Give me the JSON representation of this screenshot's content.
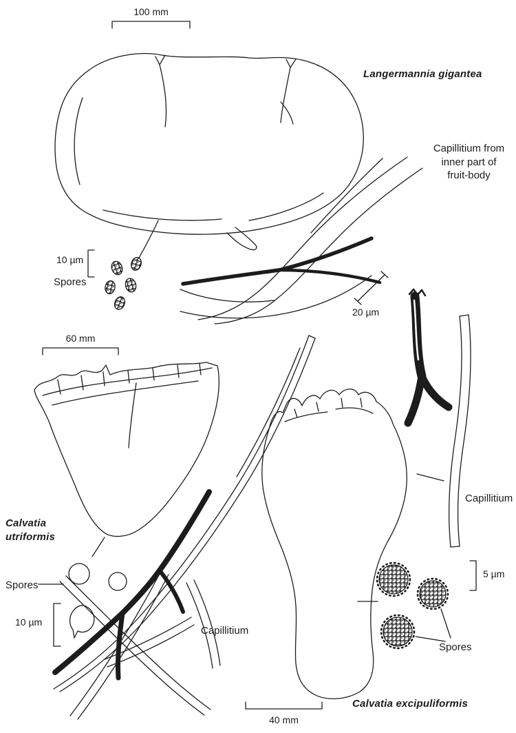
{
  "meta": {
    "figure_type": "mycological line illustration (puffball fungi)",
    "paper_color": "#ffffff",
    "ink_color": "#1c1c1c"
  },
  "species": {
    "langermannia": "Langermannia gigantea",
    "utriformis": "Calvatia\nutriformis",
    "excipuliformis": "Calvatia excipuliformis"
  },
  "annotations": {
    "capillitium_note": "Capillitium from\ninner part of\nfruit-body",
    "spores_langermannia": "Spores",
    "spores_utriformis": "Spores",
    "spores_excipuliformis": "Spores",
    "capillitium_center": "Capillitium",
    "capillitium_right": "Capillitium"
  },
  "scale_bars": {
    "langermannia_body": "100 mm",
    "langermannia_spores": "10 µm",
    "langermannia_capillitium": "20 µm",
    "utriformis_body": "60 mm",
    "utriformis_spores": "10 µm",
    "excipuliformis_spores": "5 µm",
    "excipuliformis_body": "40 mm"
  }
}
